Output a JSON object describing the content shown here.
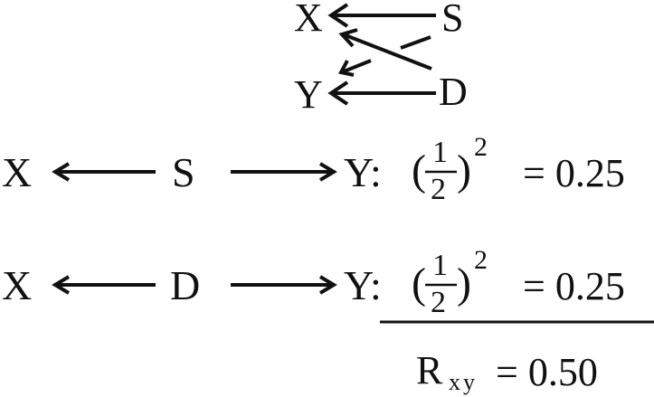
{
  "top": {
    "x": "X",
    "s": "S",
    "y": "Y",
    "d": "D"
  },
  "rows": [
    {
      "left": "X",
      "mid": "S",
      "right": "Y:",
      "open": "(",
      "num": "1",
      "den": "2",
      "close": ")",
      "exp": "2",
      "result": "= 0.25"
    },
    {
      "left": "X",
      "mid": "D",
      "right": "Y:",
      "open": "(",
      "num": "1",
      "den": "2",
      "close": ")",
      "exp": "2",
      "result": "= 0.25"
    }
  ],
  "total": {
    "symbol": "R",
    "sub": "xy",
    "value": "= 0.50"
  }
}
